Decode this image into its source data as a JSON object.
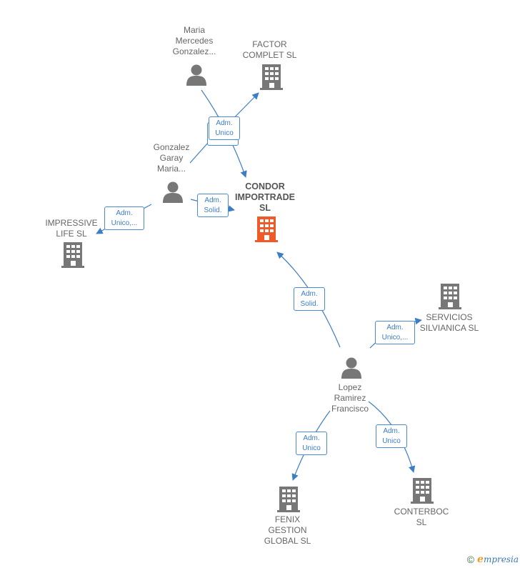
{
  "nodes": {
    "maria": "Maria\nMercedes\nGonzalez...",
    "factor": "FACTOR\nCOMPLET  SL",
    "gonzalez": "Gonzalez\nGaray\nMaria...",
    "condor": "CONDOR\nIMPORTRADE\nSL",
    "impressive": "IMPRESSIVE\nLIFE  SL",
    "servicios": "SERVICIOS\nSILVIANICA SL",
    "lopez": "Lopez\nRamirez\nFrancisco",
    "fenix": "FENIX\nGESTION\nGLOBAL  SL",
    "conterboc": "CONTERBOC\nSL"
  },
  "edges": {
    "maria_factor": "Adm.\nUnico",
    "gonzalez_condor": "Adm.\nSolid.",
    "gonzalez_impressive": "Adm.\nUnico,...",
    "lopez_condor": "Adm.\nSolid.",
    "lopez_servicios": "Adm.\nUnico,...",
    "lopez_fenix": "Adm.\nUnico",
    "lopez_conterboc": "Adm.\nUnico"
  },
  "colors": {
    "edge": "#3c7dc7",
    "building": "#777777",
    "building_main": "#f05a28",
    "person": "#777777"
  },
  "footer": {
    "copyright": "©",
    "brand_e": "e",
    "brand_rest": "mpresia"
  }
}
